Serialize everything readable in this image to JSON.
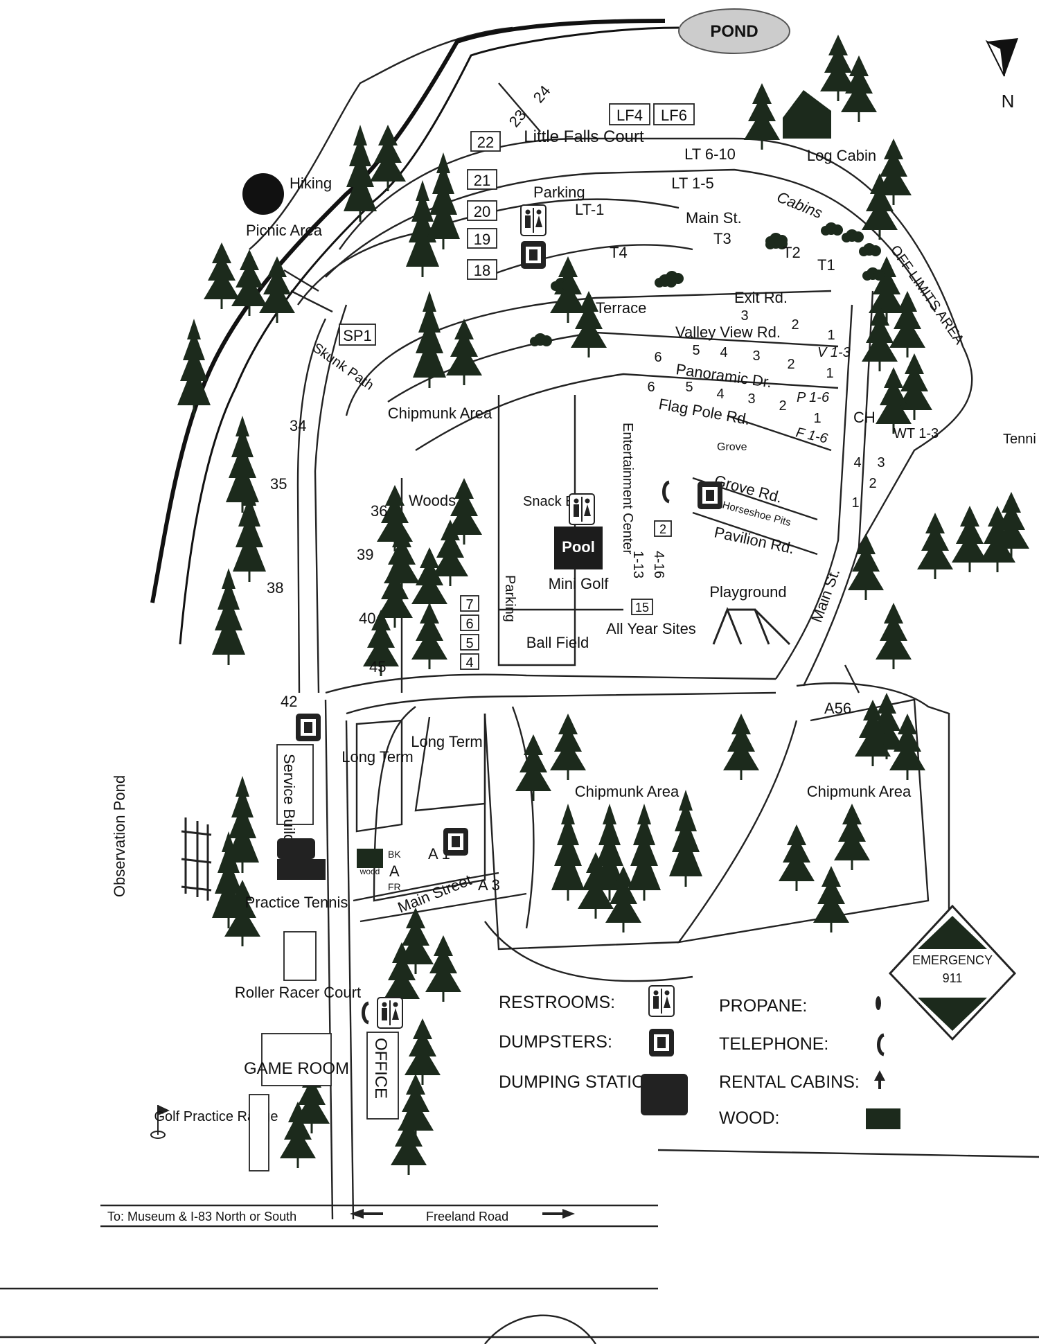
{
  "compass": {
    "label": "N"
  },
  "pond": {
    "label": "POND"
  },
  "observation_pond": {
    "label": "Observation Pond"
  },
  "log_cabin": {
    "label": "Log Cabin"
  },
  "little_falls": {
    "label": "Little Falls Court",
    "sites": [
      "LF4",
      "LF6"
    ],
    "lt_upper": "LT 6-10",
    "lt_lower": "LT 1-5",
    "lt1": "LT-1"
  },
  "left_column_sites": [
    "22",
    "21",
    "20",
    "19",
    "18"
  ],
  "diag_sites": [
    "23",
    "24"
  ],
  "cabins_label": "Cabins",
  "off_limits": "OFF LIMITS AREA",
  "main_st_top": "Main St.",
  "t_sites": [
    "T4",
    "T3",
    "T2",
    "T1"
  ],
  "parking_top": "Parking",
  "hiking": "Hiking",
  "picnic": "Picnic Area",
  "sp1": "SP1",
  "skunk_path": "Skunk Path",
  "terrace": "Terrace",
  "exit_rd": {
    "label": "Exit Rd.",
    "sites": [
      "3",
      "2",
      "1"
    ]
  },
  "valley_view": {
    "label": "Valley View Rd.",
    "range": "V 1-3",
    "sites": [
      "6",
      "5",
      "4",
      "3",
      "2",
      "1"
    ]
  },
  "panoramic": {
    "label": "Panoramic Dr.",
    "range": "P 1-6",
    "sites": [
      "6",
      "5",
      "4",
      "3",
      "2",
      "1"
    ]
  },
  "flag_pole": {
    "label": "Flag Pole Rd.",
    "range": "F 1-6"
  },
  "ch": "CH",
  "wt": "WT 1-3",
  "wt_sites": [
    "4",
    "3",
    "2",
    "1"
  ],
  "grove": "Grove",
  "grove_rd": "Grove Rd.",
  "horseshoe": "Horseshoe Pits",
  "pavilion_rd": "Pavilion Rd.",
  "main_st_right": "Main St.",
  "tennis": "Tenni",
  "chipmunk_top": "Chipmunk Area",
  "chipmunk_mid": "Chipmunk Area",
  "chipmunk_right": "Chipmunk Area",
  "entertainment": "Entertainment Center",
  "snack_bar": "Snack Bar",
  "pool": "Pool",
  "mini_golf": "Mini Golf",
  "parking_mid": "Parking",
  "ball_field": "Ball Field",
  "all_year": {
    "label": "All Year Sites",
    "top": "2",
    "range_a": "4-16",
    "range_b": "1-13",
    "bottom": "15"
  },
  "playground": "Playground",
  "woods": "Woods",
  "woods_sites": [
    "36",
    "39",
    "40",
    "45"
  ],
  "outer_sites": [
    "34",
    "35",
    "38",
    "42"
  ],
  "woods_column": [
    "7",
    "6",
    "5",
    "4"
  ],
  "long_term_a": "Long Term",
  "long_term_b": "Long Term",
  "a56": "A56",
  "bk_a_fr": {
    "bk": "BK",
    "a": "A",
    "fr": "FR",
    "wood": "wood"
  },
  "a1": "A 1",
  "a3": "A 3",
  "main_street": "Main Street",
  "service_building": "Service Building",
  "practice_tennis": "Practice Tennis",
  "roller_racer": "Roller Racer Court",
  "game_room": "GAME ROOM",
  "office": "OFFICE",
  "golf": "Golf Practice Range",
  "freeland": {
    "left": "To: Museum & I-83 North or South",
    "right": "Freeland Road"
  },
  "emergency": {
    "label": "EMERGENCY",
    "number": "911"
  },
  "legend": {
    "restrooms": "RESTROOMS:",
    "dumpsters": "DUMPSTERS:",
    "dumping": "DUMPING STATION:",
    "propane": "PROPANE:",
    "telephone": "TELEPHONE:",
    "rental": "RENTAL CABINS:",
    "wood": "WOOD:"
  }
}
